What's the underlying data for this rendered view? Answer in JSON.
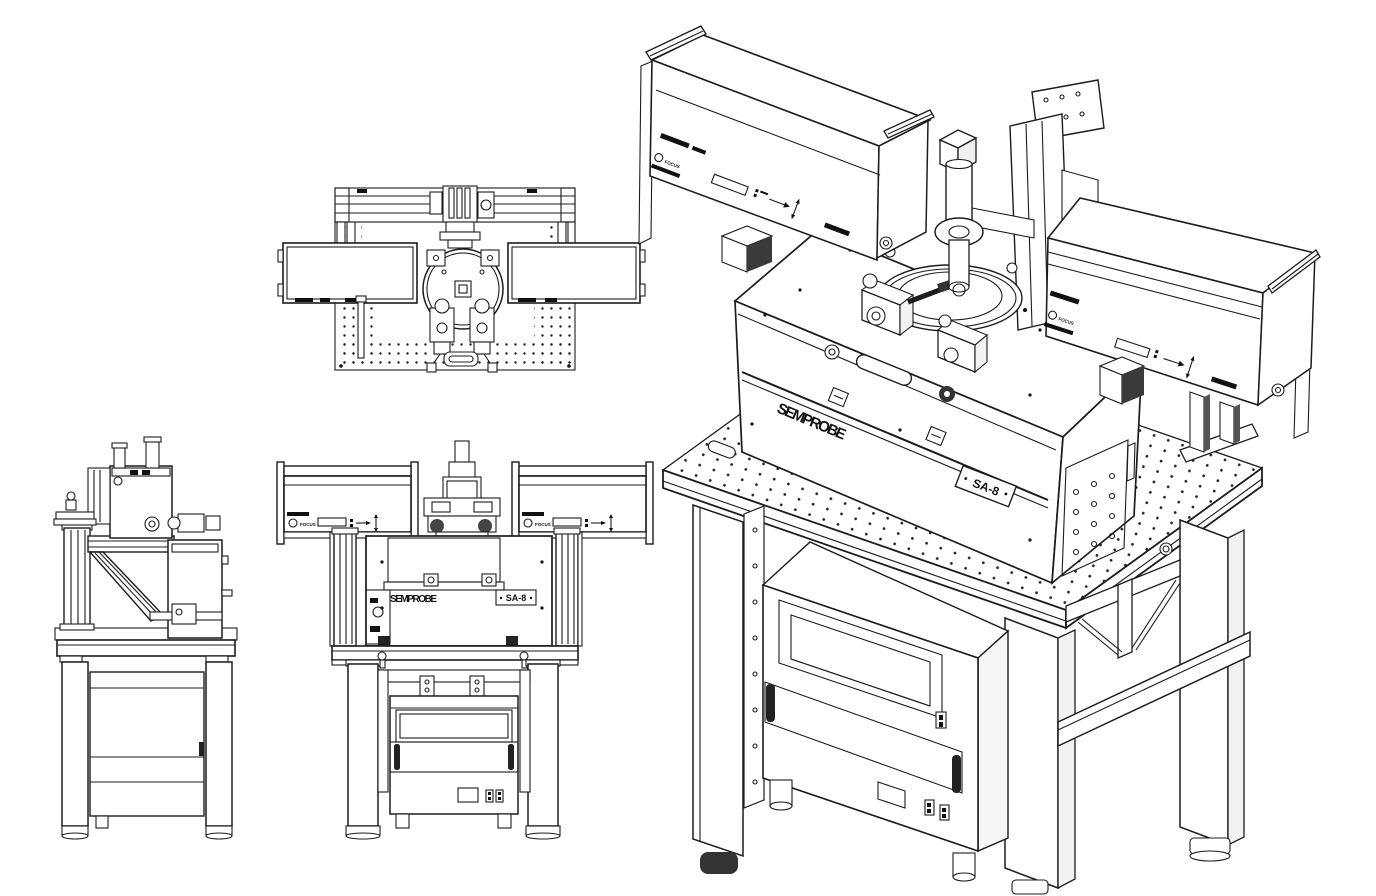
{
  "labels": {
    "brand_iso": "SEMPROBE",
    "model_iso": "SA-8",
    "brand_front": "SEMPROBE",
    "model_front": "SA-8",
    "laser_logo": "FOCUS"
  },
  "colors": {
    "line": "#1c1c1c",
    "background": "#ffffff",
    "dark_fill": "#222222"
  },
  "views": {
    "top": "top plan view",
    "side": "left side elevation",
    "front": "front elevation",
    "isometric": "isometric view"
  }
}
